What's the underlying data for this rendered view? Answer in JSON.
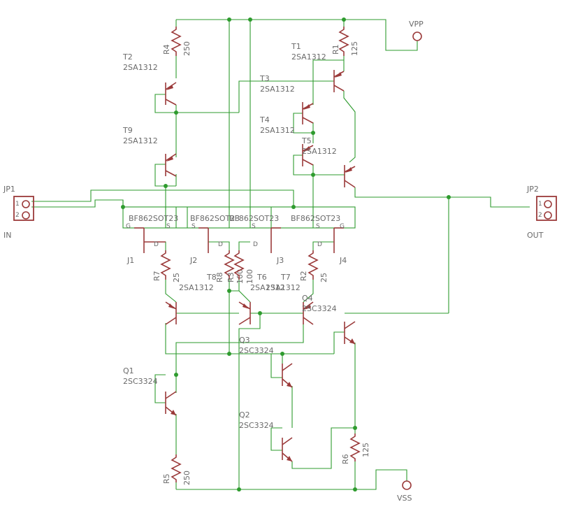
{
  "connectors": {
    "jp1": {
      "name": "JP1",
      "pin1": "1",
      "pin2": "2",
      "signal": "IN"
    },
    "jp2": {
      "name": "JP2",
      "pin1": "1",
      "pin2": "2",
      "signal": "OUT"
    }
  },
  "supplies": {
    "vpp": "VPP",
    "vss": "VSS"
  },
  "transistors": [
    {
      "name": "T2",
      "value": "2SA1312"
    },
    {
      "name": "T9",
      "value": "2SA1312"
    },
    {
      "name": "T1",
      "value": "2SA1312"
    },
    {
      "name": "T3",
      "value": "2SA1312"
    },
    {
      "name": "T4",
      "value": "2SA1312"
    },
    {
      "name": "T5",
      "value": "2SA1312"
    },
    {
      "name": "T8",
      "value": "2SA1312"
    },
    {
      "name": "T6",
      "value": "2SA1312"
    },
    {
      "name": "T7",
      "value": "2SA1312"
    },
    {
      "name": "Q1",
      "value": "2SC3324"
    },
    {
      "name": "Q2",
      "value": "2SC3324"
    },
    {
      "name": "Q3",
      "value": "2SC3324"
    },
    {
      "name": "Q4",
      "value": "2SC3324"
    }
  ],
  "jfets": [
    {
      "name": "J1",
      "value": "BF862SOT23"
    },
    {
      "name": "J2",
      "value": "BF862SOT23"
    },
    {
      "name": "J3",
      "value": "BF862SOT23"
    },
    {
      "name": "J4",
      "value": "BF862SOT23"
    }
  ],
  "resistors": [
    {
      "name": "R4",
      "value": "250"
    },
    {
      "name": "R1",
      "value": "125"
    },
    {
      "name": "R7",
      "value": "25"
    },
    {
      "name": "R8",
      "value": "100"
    },
    {
      "name": "R3",
      "value": "100"
    },
    {
      "name": "R2",
      "value": "25"
    },
    {
      "name": "R5",
      "value": "250"
    },
    {
      "name": "R6",
      "value": "125"
    }
  ],
  "pin_letters": {
    "gate": "G",
    "source": "S",
    "drain": "D"
  }
}
